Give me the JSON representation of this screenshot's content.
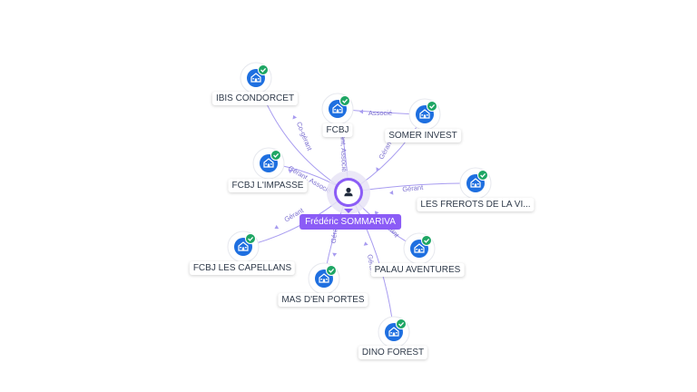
{
  "center": {
    "name": "Frédéric SOMMARIVA",
    "icon": "person-icon"
  },
  "colors": {
    "edge": "#a89cf0",
    "accent": "#8b5cf6",
    "company": "#1e6fe0",
    "check": "#1ea664"
  },
  "companies": [
    {
      "id": "ibis",
      "label": "IBIS CONDORCET",
      "relation": "Co-gérant"
    },
    {
      "id": "fcbj",
      "label": "FCBJ",
      "relation": "Gérant, Associé"
    },
    {
      "id": "somer",
      "label": "SOMER INVEST",
      "relation": "Gérant"
    },
    {
      "id": "limpasse",
      "label": "FCBJ L'IMPASSE",
      "relation": "Gérant, Associé"
    },
    {
      "id": "frerots",
      "label": "LES FREROTS DE LA VI...",
      "relation": "Gérant"
    },
    {
      "id": "capellans",
      "label": "FCBJ LES CAPELLANS",
      "relation": "Gérant"
    },
    {
      "id": "palau",
      "label": "PALAU AVENTURES",
      "relation": "Gérant"
    },
    {
      "id": "masdenportes",
      "label": "MAS D'EN PORTES",
      "relation": "Gérant"
    },
    {
      "id": "dino",
      "label": "DINO FOREST",
      "relation": "Gérant"
    }
  ],
  "links": [
    {
      "from": "fcbj",
      "to": "somer",
      "relation": "Associé"
    }
  ]
}
